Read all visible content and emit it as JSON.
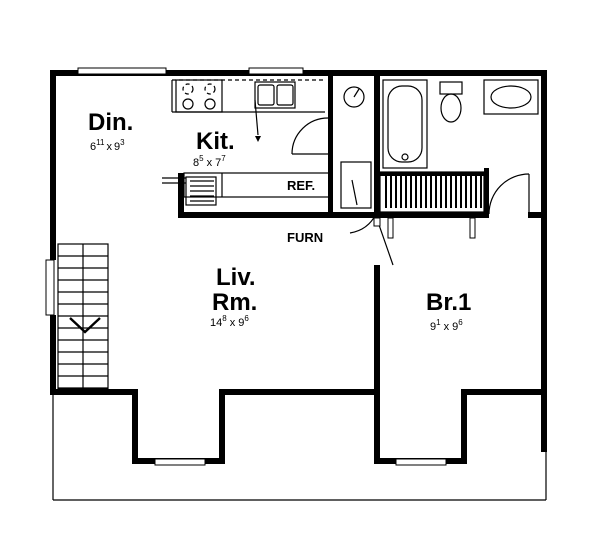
{
  "rooms": {
    "dining": {
      "name": "Din.",
      "dim_w": "6",
      "dim_w_sup": "11",
      "dim_h": "9",
      "dim_h_sup": "3"
    },
    "kitchen": {
      "name": "Kit.",
      "dim_w": "8",
      "dim_w_sup": "5",
      "dim_h": "7",
      "dim_h_sup": "7"
    },
    "living": {
      "name_line1": "Liv.",
      "name_line2": "Rm.",
      "dim_w": "14",
      "dim_w_sup": "8",
      "dim_h": "9",
      "dim_h_sup": "6"
    },
    "bedroom": {
      "name": "Br.1",
      "dim_w": "9",
      "dim_w_sup": "1",
      "dim_h": "9",
      "dim_h_sup": "6"
    }
  },
  "labels": {
    "refrigerator": "REF.",
    "furnace": "FURN",
    "dim_separator": "x"
  }
}
